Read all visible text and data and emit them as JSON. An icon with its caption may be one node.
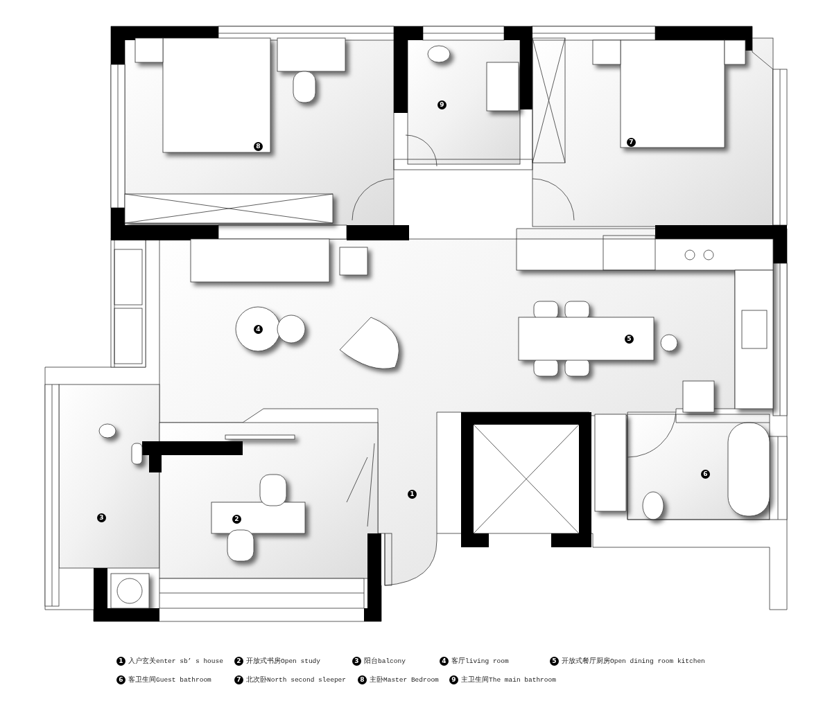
{
  "diagram": {
    "labels": [
      "8",
      "9",
      "7",
      "4",
      "5",
      "3",
      "2",
      "1",
      "6",
      "1",
      "2",
      "3",
      "4",
      "5",
      "6",
      "7",
      "8",
      "9"
    ],
    "legend": [
      {
        "text": "入户玄关enter sb’ s house"
      },
      {
        "text": "开放式书房Open study"
      },
      {
        "text": "阳台balcony"
      },
      {
        "text": "客厅living room"
      },
      {
        "text": "开放式餐厅厨房Open dining room kitchen"
      },
      {
        "text": "客卫生间Guest bathroom"
      },
      {
        "text": "北次卧North second sleeper"
      },
      {
        "text": "主卧Master Bedroom"
      },
      {
        "text": "主卫生间The main bathroom"
      }
    ]
  }
}
